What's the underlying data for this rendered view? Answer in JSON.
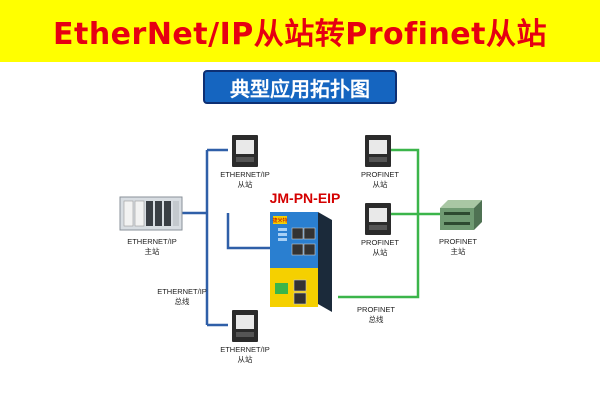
{
  "header": {
    "title": "EtherNet/IP从站转Profinet从站"
  },
  "subheader": {
    "title": "典型应用拓扑图"
  },
  "gateway": {
    "model": "JM-PN-EIP",
    "brand_text": "捷米特"
  },
  "nodes": {
    "eip_master": {
      "line1": "ETHERNET/IP",
      "line2": "主站"
    },
    "eip_slave_top": {
      "line1": "ETHERNET/IP",
      "line2": "从站"
    },
    "eip_bus": {
      "line1": "ETHERNET/IP",
      "line2": "总线"
    },
    "eip_slave_bottom": {
      "line1": "ETHERNET/IP",
      "line2": "从站"
    },
    "pn_slave_1": {
      "line1": "PROFINET",
      "line2": "从站"
    },
    "pn_slave_2": {
      "line1": "PROFINET",
      "line2": "从站"
    },
    "pn_master": {
      "line1": "PROFINET",
      "line2": "主站"
    },
    "pn_bus": {
      "line1": "PROFINET",
      "line2": "总线"
    }
  },
  "colors": {
    "banner_bg": "#ffff00",
    "title_red": "#e60012",
    "subbar_blue": "#1565c0",
    "eip_line": "#2f5fa8",
    "pn_line": "#3bb54a",
    "gateway_blue": "#2a7fd0",
    "gateway_yellow": "#f5d000"
  }
}
